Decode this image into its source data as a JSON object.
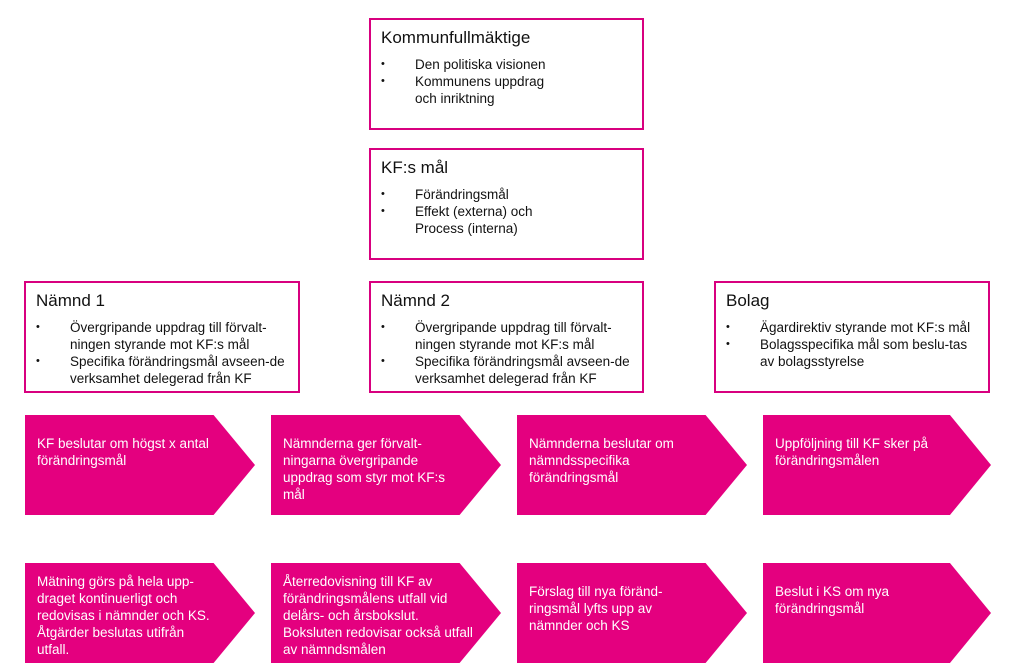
{
  "colors": {
    "accent": "#e4007f",
    "border": "#d8007f"
  },
  "top_box": {
    "title": "Kommunfullmäktige",
    "items": [
      "Den politiska visionen",
      "Kommunens uppdrag och inriktning"
    ]
  },
  "mid_box": {
    "title": "KF:s mål",
    "items": [
      "Förändringsmål",
      "Effekt (externa) och Process (interna)"
    ]
  },
  "namnd1": {
    "title": "Nämnd 1",
    "items": [
      "Övergripande uppdrag till förvalt-ningen styrande mot KF:s mål",
      "Specifika förändringsmål avseen-de verksamhet delegerad från KF"
    ]
  },
  "namnd2": {
    "title": "Nämnd 2",
    "items": [
      "Övergripande uppdrag till förvalt-ningen styrande mot KF:s mål",
      "Specifika förändringsmål avseen-de verksamhet delegerad från KF"
    ]
  },
  "bolag": {
    "title": "Bolag",
    "items": [
      "Ägardirektiv styrande mot KF:s mål",
      "Bolagsspecifika mål som beslu-tas av bolagsstyrelse"
    ]
  },
  "arrows_row1": [
    "KF beslutar om högst x antal förändringsmål",
    "Nämnderna ger förvalt-ningarna övergripande uppdrag som styr mot KF:s mål",
    "Nämnderna beslutar om nämndsspecifika förändringsmål",
    "Uppföljning till KF sker på förändringsmålen"
  ],
  "arrows_row2": [
    "Mätning görs på hela upp-draget kontinuerligt och redovisas i nämnder och KS. Åtgärder beslutas utifrån utfall.",
    "Återredovisning till KF av förändringsmålens utfall vid delårs- och årsbokslut. Boksluten redovisar också utfall av nämndsmålen",
    "Förslag till nya föränd-ringsmål lyfts upp av nämnder och KS",
    "Beslut i KS om nya förändringsmål"
  ]
}
